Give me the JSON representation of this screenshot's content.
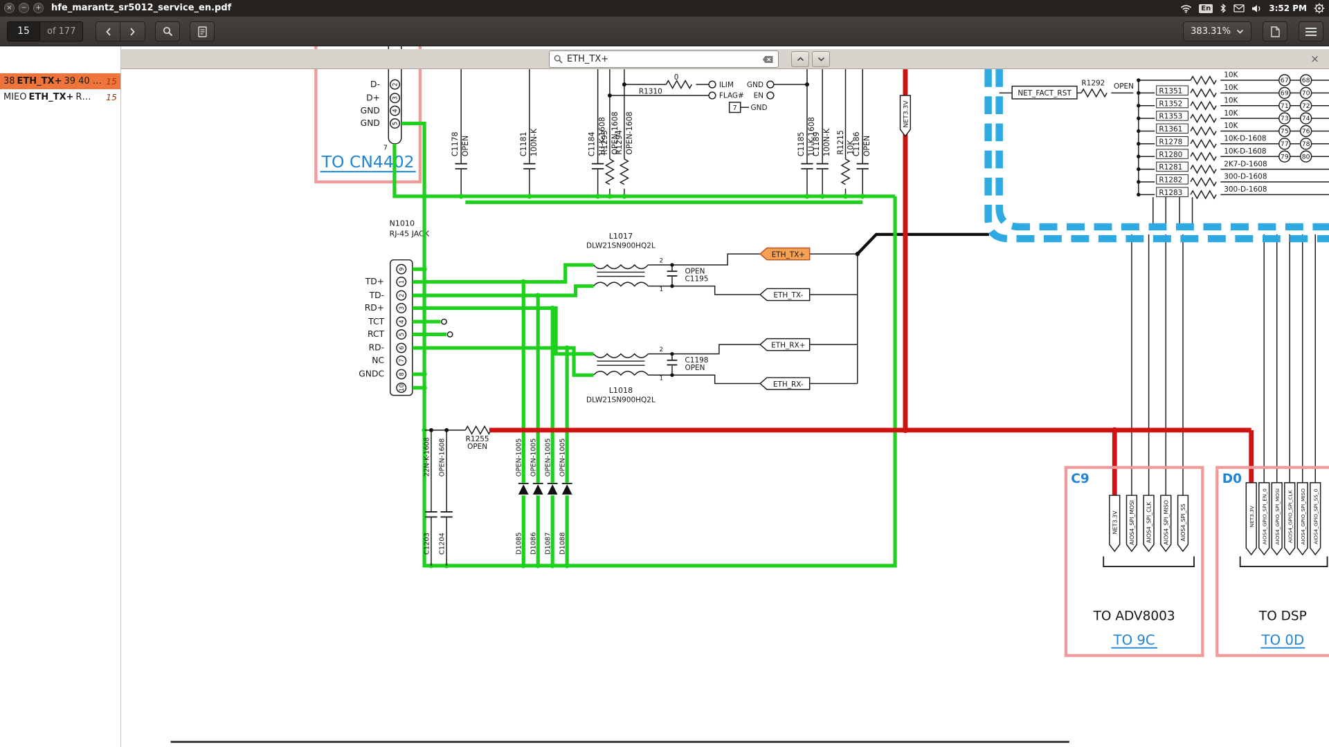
{
  "system_bar": {
    "title": "hfe_marantz_sr5012_service_en.pdf",
    "keyboard": "En",
    "time": "3:52 PM"
  },
  "toolbar": {
    "page_current": "15",
    "page_total": "of 177",
    "zoom": "383.31%"
  },
  "search_bar": {
    "query": "ETH_TX+",
    "close": "×"
  },
  "sidebar": {
    "results": [
      {
        "before": "38 ",
        "match": "ETH_TX+",
        "after": " 39 40 …",
        "page": "15"
      },
      {
        "before": "MIEO ",
        "match": "ETH_TX+",
        "after": " R…",
        "page": "15"
      }
    ]
  },
  "schematic": {
    "cn4402": {
      "pins": [
        "D-",
        "D+",
        "GND",
        "GND"
      ],
      "pin_numbers": [
        "2",
        "3",
        "4",
        "5"
      ],
      "pin_seven": "7",
      "link": "TO CN4402"
    },
    "top_parts": [
      {
        "ref": "C1178",
        "value": "OPEN"
      },
      {
        "ref": "C1181",
        "value": "100N-K"
      },
      {
        "ref": "C1184",
        "value": "1U-K-1608"
      },
      {
        "ref": "R1293",
        "value": "OPEN-1608"
      },
      {
        "ref": "R1294",
        "value": "OPEN-1608"
      }
    ],
    "regulator": {
      "ref": "R1310",
      "value": "0",
      "ilim": "ILIM",
      "gnd": "GND",
      "flag": "FLAG#",
      "en": "EN",
      "pad": "7",
      "pad_net": "GND"
    },
    "mid_parts": [
      {
        "ref": "C1185",
        "value": "1U-K-1608"
      },
      {
        "ref": "C1189",
        "value": "100N-K"
      },
      {
        "ref": "R1215",
        "value": "10K"
      },
      {
        "ref": "C1186",
        "value": "OPEN"
      }
    ],
    "net_3v3": "NET3.3V",
    "fact_rst": {
      "net": "NET_FACT_RST",
      "ref": "R1292",
      "value": "OPEN"
    },
    "ladder": {
      "rows": [
        {
          "ref": "",
          "value": "10K"
        },
        {
          "ref": "R1351",
          "value": "10K"
        },
        {
          "ref": "R1352",
          "value": "10K"
        },
        {
          "ref": "R1353",
          "value": "10K"
        },
        {
          "ref": "R1361",
          "value": "10K"
        },
        {
          "ref": "R1278",
          "value": "10K-D-1608"
        },
        {
          "ref": "R1280",
          "value": "10K-D-1608"
        },
        {
          "ref": "R1281",
          "value": "2K7-D-1608"
        },
        {
          "ref": "R1282",
          "value": "300-D-1608"
        },
        {
          "ref": "R1283",
          "value": "300-D-1608"
        }
      ],
      "pins": [
        "67",
        "68",
        "69",
        "70",
        "71",
        "72",
        "73",
        "74",
        "75",
        "76",
        "77",
        "78",
        "79",
        "80"
      ]
    },
    "rj45": {
      "ref": "N1010",
      "name": "RJ-45 JACK",
      "pin_labels": [
        "TD+",
        "TD-",
        "RD+",
        "TCT",
        "RCT",
        "RD-",
        "NC",
        "GNDC"
      ],
      "pin_numbers": [
        "9",
        "1",
        "2",
        "3",
        "4",
        "5",
        "6",
        "7",
        "8",
        "10"
      ]
    },
    "l1017": {
      "ref": "L1017",
      "part": "DLW21SN900HQ2L",
      "pin_top": "2",
      "pin_bottom": "1",
      "cap_value": "OPEN",
      "cap_ref": "C1195"
    },
    "l1018": {
      "ref": "L1018",
      "part": "DLW21SN900HQ2L",
      "pin_top": "2",
      "pin_bottom": "1",
      "cap_ref": "C1198",
      "cap_value": "OPEN"
    },
    "eth": {
      "tx_p": "ETH_TX+",
      "tx_n": "ETH_TX-",
      "rx_p": "ETH_RX+",
      "rx_n": "ETH_RX-"
    },
    "r1255": {
      "ref": "R1255",
      "value": "OPEN"
    },
    "bottom_caps": [
      {
        "value": "22N-K-1608",
        "ref": "C1203"
      },
      {
        "value": "OPEN-1608",
        "ref": "C1204"
      }
    ],
    "diodes": [
      {
        "value": "OPEN-1005",
        "ref": "D1085"
      },
      {
        "value": "OPEN-1005",
        "ref": "D1086"
      },
      {
        "value": "OPEN-1005",
        "ref": "D1087"
      },
      {
        "value": "OPEN-1005",
        "ref": "D1088"
      }
    ],
    "box_c9": {
      "tag": "C9",
      "flags": [
        "NET3.3V",
        "AIOS4_SPI_MOSI",
        "AIOS4_SPI_CLK",
        "AIOS4_SPI_MISO",
        "AIOS4_SPI_SS"
      ],
      "dest": "TO ADV8003",
      "link": "TO 9C"
    },
    "box_d0": {
      "tag": "D0",
      "flags": [
        "NET3.3V",
        "AIOS4_GPIO_SPI_EN_0",
        "AIOS4_GPIO_SPI_MOSI",
        "AIOS4_GPIO_SPI_CLK",
        "AIOS4_GPIO_SPI_MISO",
        "AIOS4_GPIO_SPI_SS_0"
      ],
      "dest": "TO DSP",
      "link": "TO 0D"
    }
  }
}
